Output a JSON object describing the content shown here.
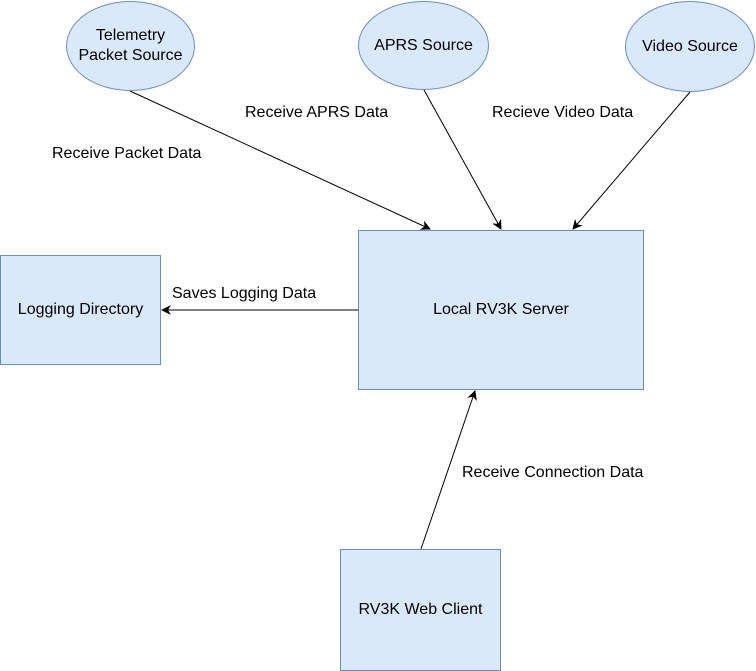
{
  "nodes": {
    "telemetry": {
      "label_line1": "Telemetry",
      "label_line2": "Packet Source",
      "fill": "#dae8fc",
      "stroke": "#6c8ebf"
    },
    "aprs": {
      "label": "APRS Source",
      "fill": "#dae8fc",
      "stroke": "#6c8ebf"
    },
    "video": {
      "label": "Video Source",
      "fill": "#dae8fc",
      "stroke": "#6c8ebf"
    },
    "server": {
      "label": "Local RV3K Server",
      "fill": "#dae8fc",
      "stroke": "#6c8ebf"
    },
    "logging": {
      "label": "Logging Directory",
      "fill": "#dae8fc",
      "stroke": "#6c8ebf"
    },
    "client": {
      "label": "RV3K Web Client",
      "fill": "#dae8fc",
      "stroke": "#6c8ebf"
    }
  },
  "edges": {
    "packet": {
      "label": "Receive Packet Data"
    },
    "aprs": {
      "label": "Receive APRS Data"
    },
    "video": {
      "label": "Recieve Video Data"
    },
    "logging": {
      "label": "Saves Logging Data"
    },
    "connection": {
      "label": "Receive Connection Data"
    }
  }
}
